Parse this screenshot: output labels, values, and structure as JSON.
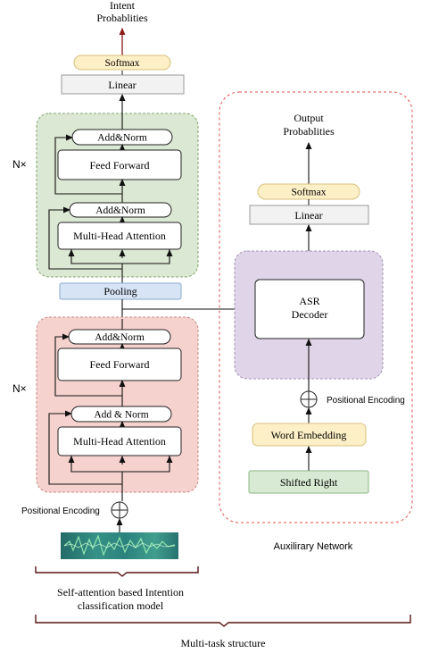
{
  "left_model": {
    "output_label": [
      "Intent",
      "Probablities"
    ],
    "softmax": "Softmax",
    "linear": "Linear",
    "upper_block": {
      "repeat": "N×",
      "add_norm_top": "Add&Norm",
      "feed_forward": "Feed Forward",
      "add_norm_bottom": "Add&Norm",
      "attention": "Multi-Head Attention"
    },
    "pooling": "Pooling",
    "lower_block": {
      "repeat": "N×",
      "add_norm_top": "Add&Norm",
      "feed_forward": "Feed Forward",
      "add_norm_bottom": "Add & Norm",
      "attention": "Multi-Head Attention"
    },
    "positional_encoding": "Positional Encoding",
    "caption": [
      "Self-attention based Intention",
      "classification model"
    ]
  },
  "auxiliary": {
    "output_label": [
      "Output",
      "Probablities"
    ],
    "softmax": "Softmax",
    "linear": "Linear",
    "decoder": [
      "ASR",
      "Decoder"
    ],
    "positional_encoding": "Positional Encoding",
    "word_embedding": "Word Embedding",
    "shifted_right": "Shifted Right",
    "caption": "Auxilirary Network"
  },
  "overall_caption": "Multi-task structure",
  "colors": {
    "green_block": "#dbe8d3",
    "pink_block": "#f6d2cf",
    "purple_block": "#e0d5e8",
    "softmax": "#fdefc6",
    "linear": "#f2f2f2",
    "pooling": "#d6e4f5",
    "shifted_right": "#d8ead3",
    "red_dash": "#e0504a",
    "arrow_dark_red": "#8b1a1a"
  }
}
